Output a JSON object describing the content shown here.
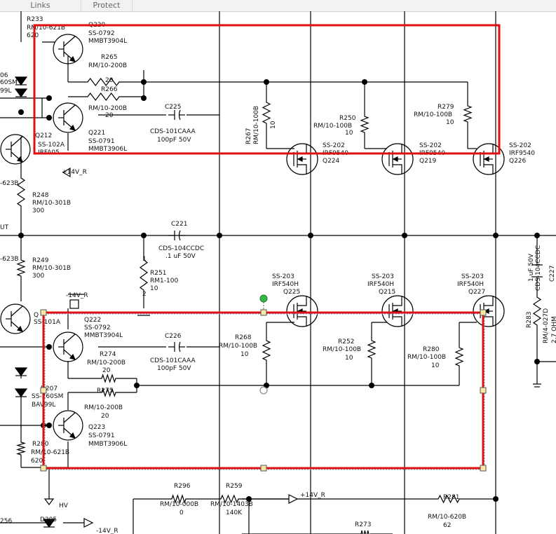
{
  "tabs": [
    {
      "label": "Links"
    },
    {
      "label": "Protect"
    }
  ],
  "labels": [
    {
      "id": "r233",
      "t": "R233"
    },
    {
      "id": "r233v",
      "t": "RM/10-621B"
    },
    {
      "id": "r233o",
      "t": "620"
    },
    {
      "id": "q220",
      "t": "Q220"
    },
    {
      "id": "q220p",
      "t": "SS-0792"
    },
    {
      "id": "q220m",
      "t": "MMBT3904L"
    },
    {
      "id": "r265",
      "t": "R265"
    },
    {
      "id": "r265v",
      "t": "RM/10-200B"
    },
    {
      "id": "r265o",
      "t": "20"
    },
    {
      "id": "r266",
      "t": "R266"
    },
    {
      "id": "r266v",
      "t": "RM/10-200B"
    },
    {
      "id": "r266o",
      "t": "20"
    },
    {
      "id": "c225",
      "t": "C225"
    },
    {
      "id": "c225p",
      "t": "CDS-101CAAA"
    },
    {
      "id": "c225v",
      "t": "100pF  50V"
    },
    {
      "id": "q221",
      "t": "Q221"
    },
    {
      "id": "q221p",
      "t": "SS-0791"
    },
    {
      "id": "q221m",
      "t": "MMBT3906L"
    },
    {
      "id": "d06",
      "t": "06"
    },
    {
      "id": "d60sm",
      "t": "60SM"
    },
    {
      "id": "d99l",
      "t": "99L"
    },
    {
      "id": "q212",
      "t": "Q212"
    },
    {
      "id": "q212p",
      "t": "SS-102A"
    },
    {
      "id": "q212m",
      "t": "IRFA05"
    },
    {
      "id": "plus14a",
      "t": "+14V_R"
    },
    {
      "id": "r267",
      "t": "R267"
    },
    {
      "id": "r267v",
      "t": "RM/10-100B"
    },
    {
      "id": "r267o",
      "t": "10"
    },
    {
      "id": "r250",
      "t": "R250"
    },
    {
      "id": "r250v",
      "t": "RM/10-100B"
    },
    {
      "id": "r250o",
      "t": "10"
    },
    {
      "id": "r279",
      "t": "R279"
    },
    {
      "id": "r279v",
      "t": "RM/10-100B"
    },
    {
      "id": "r279o",
      "t": "10"
    },
    {
      "id": "q224p",
      "t": "SS-202"
    },
    {
      "id": "q224m",
      "t": "IRF9540"
    },
    {
      "id": "q224",
      "t": "Q224"
    },
    {
      "id": "q219p",
      "t": "SS-202"
    },
    {
      "id": "q219m",
      "t": "IRF9540"
    },
    {
      "id": "q219",
      "t": "Q219"
    },
    {
      "id": "q226p",
      "t": "SS-202"
    },
    {
      "id": "q226m",
      "t": "IRF9540"
    },
    {
      "id": "q226",
      "t": "Q226"
    },
    {
      "id": "n623a",
      "t": "-623B"
    },
    {
      "id": "r248",
      "t": "R248"
    },
    {
      "id": "r248v",
      "t": "RM/10-301B"
    },
    {
      "id": "r248o",
      "t": "300"
    },
    {
      "id": "ut",
      "t": "UT"
    },
    {
      "id": "c221",
      "t": "C221"
    },
    {
      "id": "c221p",
      "t": "CDS-104CCDC"
    },
    {
      "id": "c221v",
      "t": ".1 uF  50V"
    },
    {
      "id": "n623b",
      "t": "-623B"
    },
    {
      "id": "r249",
      "t": "R249"
    },
    {
      "id": "r249v",
      "t": "RM/10-301B"
    },
    {
      "id": "r249o",
      "t": "300"
    },
    {
      "id": "p1",
      "t": "1"
    },
    {
      "id": "r251",
      "t": "R251"
    },
    {
      "id": "r251v",
      "t": "RM1-100"
    },
    {
      "id": "r251o",
      "t": "10"
    },
    {
      "id": "p2",
      "t": "2"
    },
    {
      "id": "q225p",
      "t": "SS-203"
    },
    {
      "id": "q225m",
      "t": "IRF540H"
    },
    {
      "id": "q225",
      "t": "Q225"
    },
    {
      "id": "q215p",
      "t": "SS-203"
    },
    {
      "id": "q215m",
      "t": "IRF540H"
    },
    {
      "id": "q215",
      "t": "Q215"
    },
    {
      "id": "q227p",
      "t": "SS-203"
    },
    {
      "id": "q227m",
      "t": "IRF540H"
    },
    {
      "id": "q227",
      "t": "Q227"
    },
    {
      "id": "c227",
      "t": "C227"
    },
    {
      "id": "c227v",
      "t": "1 uF 50V"
    },
    {
      "id": "c227p",
      "t": "CDS-104CCDC"
    },
    {
      "id": "r283",
      "t": "R283"
    },
    {
      "id": "r283v",
      "t": "RM/4-027D"
    },
    {
      "id": "r283o",
      "t": "2.7 OHM"
    },
    {
      "id": "m14",
      "t": "-14V_R"
    },
    {
      "id": "qss",
      "t": "SS-101A"
    },
    {
      "id": "qq",
      "t": "Q"
    },
    {
      "id": "q222",
      "t": "Q222"
    },
    {
      "id": "q222p",
      "t": "SS-0792"
    },
    {
      "id": "q222m",
      "t": "MMBT3904L"
    },
    {
      "id": "c226",
      "t": "C226"
    },
    {
      "id": "c226p",
      "t": "CDS-101CAAA"
    },
    {
      "id": "c226v",
      "t": "100pF  50V"
    },
    {
      "id": "r268",
      "t": "R268"
    },
    {
      "id": "r268v",
      "t": "RM/10-100B"
    },
    {
      "id": "r268o",
      "t": "10"
    },
    {
      "id": "r252",
      "t": "R252"
    },
    {
      "id": "r252v",
      "t": "RM/10-100B"
    },
    {
      "id": "r252o",
      "t": "10"
    },
    {
      "id": "r280",
      "t": "R280"
    },
    {
      "id": "r280v",
      "t": "RM/10-100B"
    },
    {
      "id": "r280o",
      "t": "10"
    },
    {
      "id": "r274",
      "t": "R274"
    },
    {
      "id": "r274v",
      "t": "RM/10-200B"
    },
    {
      "id": "r274o",
      "t": "20"
    },
    {
      "id": "d207",
      "t": "D207"
    },
    {
      "id": "d207p",
      "t": "SS-260SM"
    },
    {
      "id": "d207m",
      "t": "BAV99L"
    },
    {
      "id": "r275",
      "t": "R275"
    },
    {
      "id": "r275v",
      "t": "RM/10-200B"
    },
    {
      "id": "r275o",
      "t": "20"
    },
    {
      "id": "q223",
      "t": "Q223"
    },
    {
      "id": "q223p",
      "t": "SS-0791"
    },
    {
      "id": "q223m",
      "t": "MMBT3906L"
    },
    {
      "id": "r280b",
      "t": "R280"
    },
    {
      "id": "r280bv",
      "t": "RM/10-621B"
    },
    {
      "id": "r280bo",
      "t": "620"
    },
    {
      "id": "hv",
      "t": "HV"
    },
    {
      "id": "d205",
      "t": "D205"
    },
    {
      "id": "n256",
      "t": "256"
    },
    {
      "id": "m14b",
      "t": "-14V_R"
    },
    {
      "id": "r296",
      "t": "R296"
    },
    {
      "id": "r296v",
      "t": "RM/10-000B"
    },
    {
      "id": "r296o",
      "t": "0"
    },
    {
      "id": "r259",
      "t": "R259"
    },
    {
      "id": "r259v",
      "t": "RM/10-1403B"
    },
    {
      "id": "r259o",
      "t": "140K"
    },
    {
      "id": "plus14b",
      "t": "+14V_R"
    },
    {
      "id": "r281",
      "t": "R281"
    },
    {
      "id": "r281v",
      "t": "RM/10-620B"
    },
    {
      "id": "r281o",
      "t": "62"
    },
    {
      "id": "r273",
      "t": "R273"
    }
  ]
}
